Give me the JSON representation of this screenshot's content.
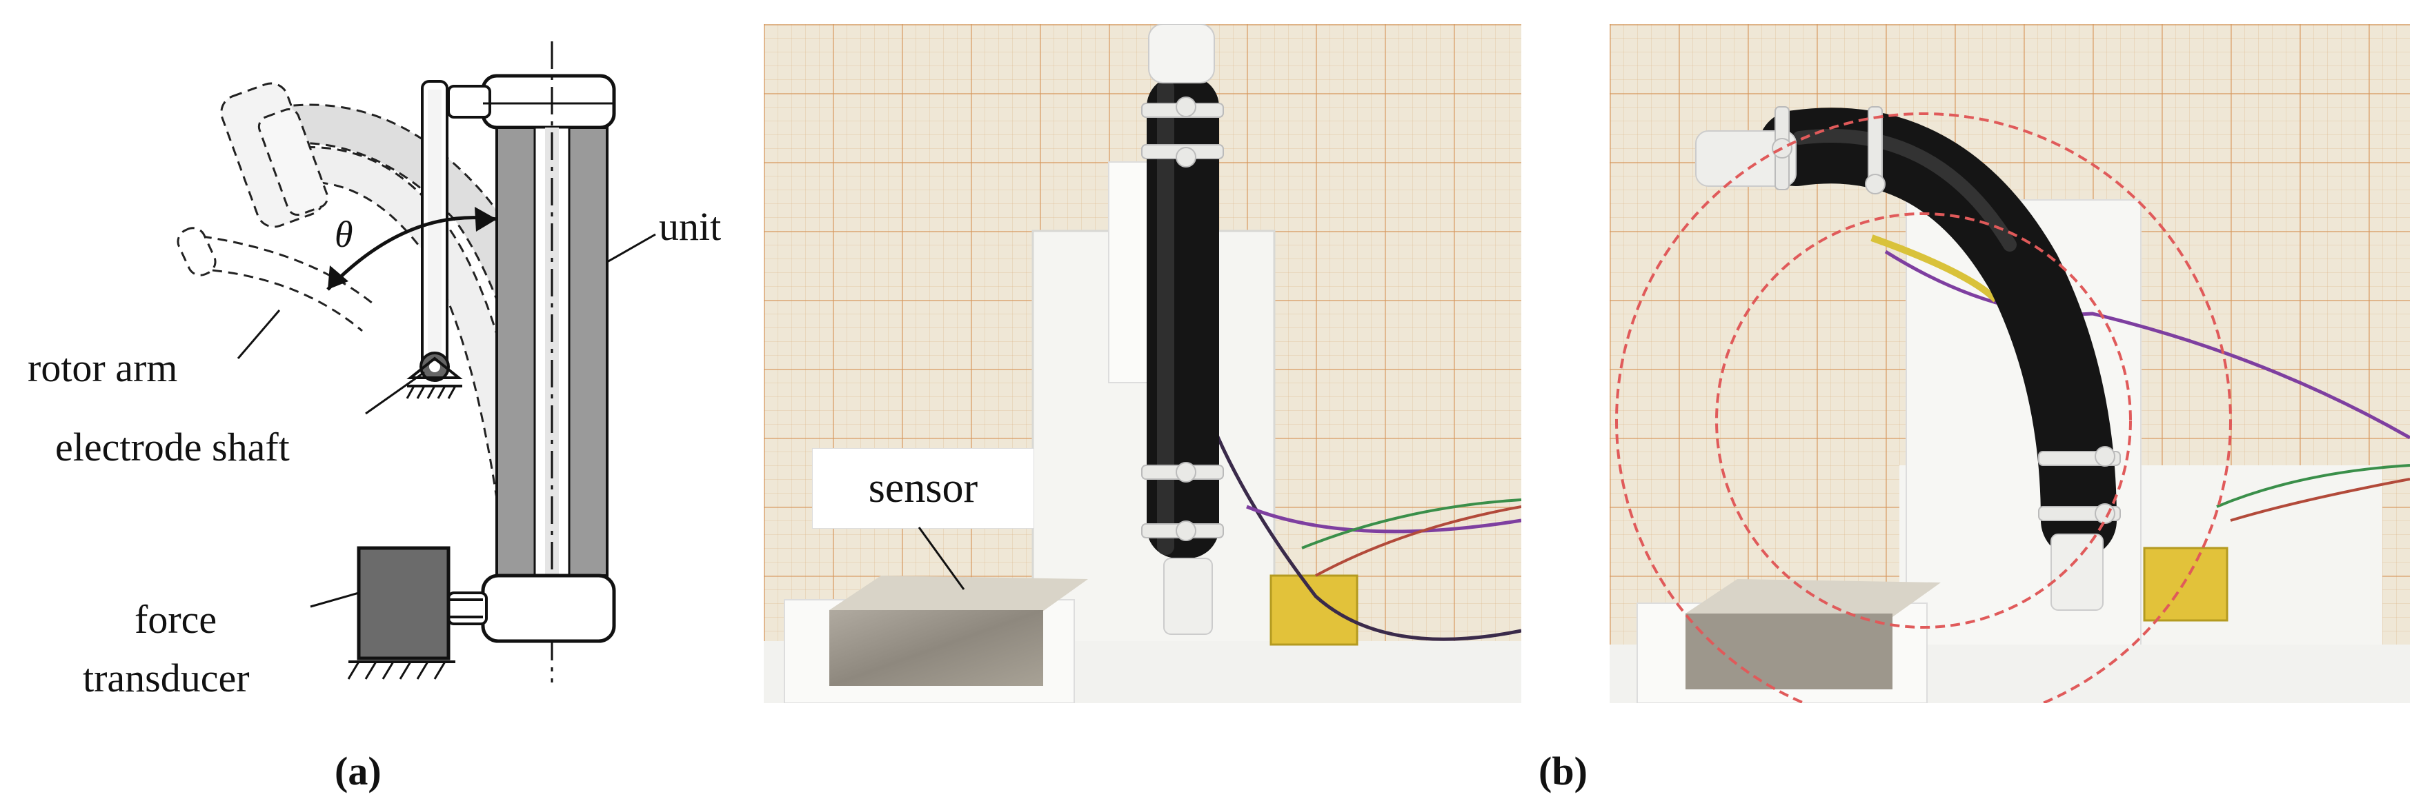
{
  "panel_a": {
    "caption": "(a)",
    "labels": {
      "rotor_arm": "rotor arm",
      "electrode_shaft": "electrode shaft",
      "unit": "unit",
      "force": "force",
      "transducer": "transducer",
      "theta": "θ"
    }
  },
  "panel_b": {
    "caption": "(b)",
    "sensor_label": "sensor"
  },
  "colors": {
    "dark_gray": "#8f8f8f",
    "light_gray": "#dcdcdc",
    "tube_black": "#1a1a1a",
    "dashed_circle": "#e05a5a"
  }
}
